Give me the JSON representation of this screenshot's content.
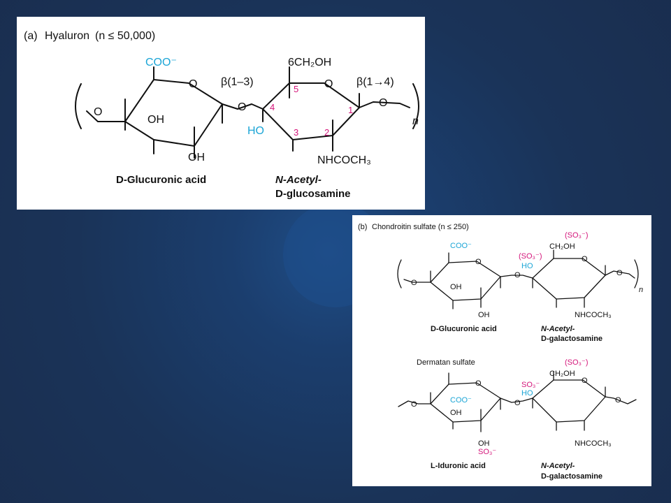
{
  "colors": {
    "background": "#1a3358",
    "cyan": "#1ba5d6",
    "magenta": "#d4157a"
  },
  "panel_a": {
    "label": "(a)",
    "title": "Hyaluron",
    "n_label": "(n ≤ 50,000)",
    "coo": "COO⁻",
    "ring_o": "O",
    "bridge_o": "O",
    "link1": "β(1–3)",
    "link2": "β(1→4)",
    "ch2oh": "6CH₂OH",
    "oh1": "OH",
    "oh2": "OH",
    "ho": "HO",
    "nhcoch3": "NHCOCH₃",
    "n": "n",
    "pos": [
      "1",
      "2",
      "3",
      "4",
      "5"
    ],
    "sugar1": "D-Glucuronic acid",
    "sugar2_line1": "N-Acetyl-",
    "sugar2_line2": "D-glucosamine"
  },
  "panel_b": {
    "label": "(b)",
    "title": "Chondroitin sulfate (n ≤ 250)",
    "so3_paren": "(SO₃⁻)",
    "ch2oh": "CH₂OH",
    "coo": "COO⁻",
    "ho": "HO",
    "oh": "OH",
    "o": "O",
    "nhcoch3": "NHCOCH₃",
    "n": "n",
    "sugar1": "D-Glucuronic acid",
    "sugar2_line1": "N-Acetyl-",
    "sugar2_line2": "D-galactosamine",
    "dermatan_title": "Dermatan sulfate",
    "so3": "SO₃⁻",
    "sugar3": "L-Iduronic acid"
  }
}
